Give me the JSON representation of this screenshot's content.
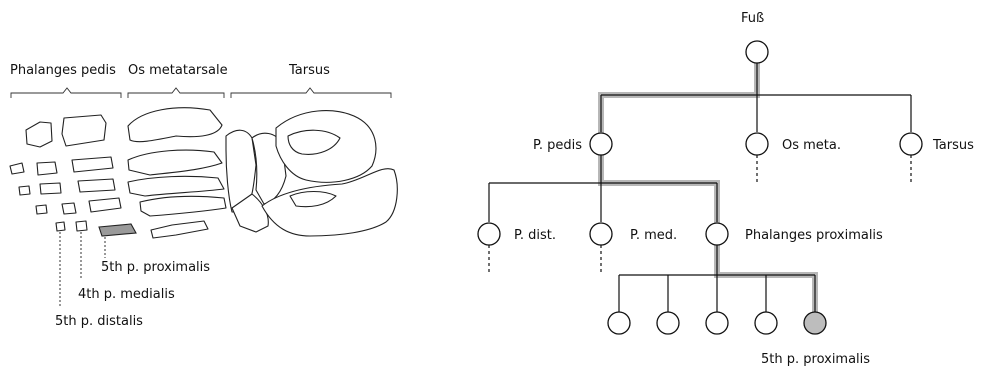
{
  "anatomy": {
    "region_labels": {
      "phalanges": "Phalanges pedis",
      "metatarsale": "Os metatarsale",
      "tarsus": "Tarsus"
    },
    "callouts": {
      "proximalis": "5th p. proximalis",
      "medialis": "4th p. medialis",
      "distalis": "5th p. distalis"
    },
    "highlight_color": "#9a9a9a"
  },
  "tree": {
    "root": "Fuß",
    "level1": {
      "pedis": "P. pedis",
      "meta": "Os meta.",
      "tarsus": "Tarsus"
    },
    "level2": {
      "dist": "P. dist.",
      "med": "P. med.",
      "prox": "Phalanges proximalis"
    },
    "leaf_label": "5th p. proximalis",
    "highlight_path_color": "#b7b7b7",
    "highlight_node_color": "#bdbdbd"
  }
}
